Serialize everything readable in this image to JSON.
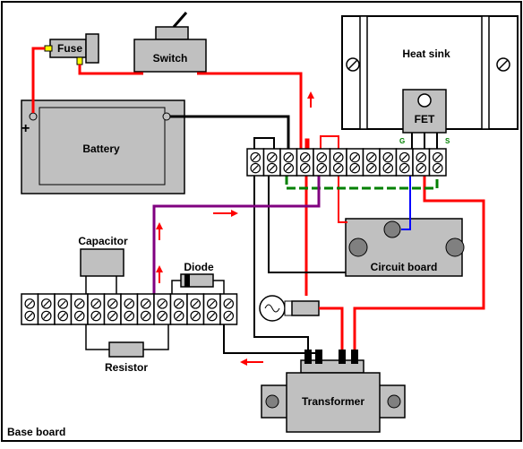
{
  "labels": {
    "fuse": "Fuse",
    "switch": "Switch",
    "heat_sink": "Heat sink",
    "fet": "FET",
    "gate": "G",
    "source": "S",
    "battery": "Battery",
    "battery_plus": "+",
    "capacitor": "Capacitor",
    "diode": "Diode",
    "resistor": "Resistor",
    "circuit_board": "Circuit board",
    "transformer": "Transformer",
    "base_board": "Base board"
  },
  "terminal_strips": {
    "upper_count": 12,
    "lower_count": 13
  },
  "colors": {
    "wire_power": "#ff0000",
    "wire_ground": "#000000",
    "wire_green": "#008000",
    "wire_purple": "#800080",
    "wire_blue": "#0000ff",
    "component_fill": "#c0c0c0",
    "component_stroke": "#000000"
  }
}
